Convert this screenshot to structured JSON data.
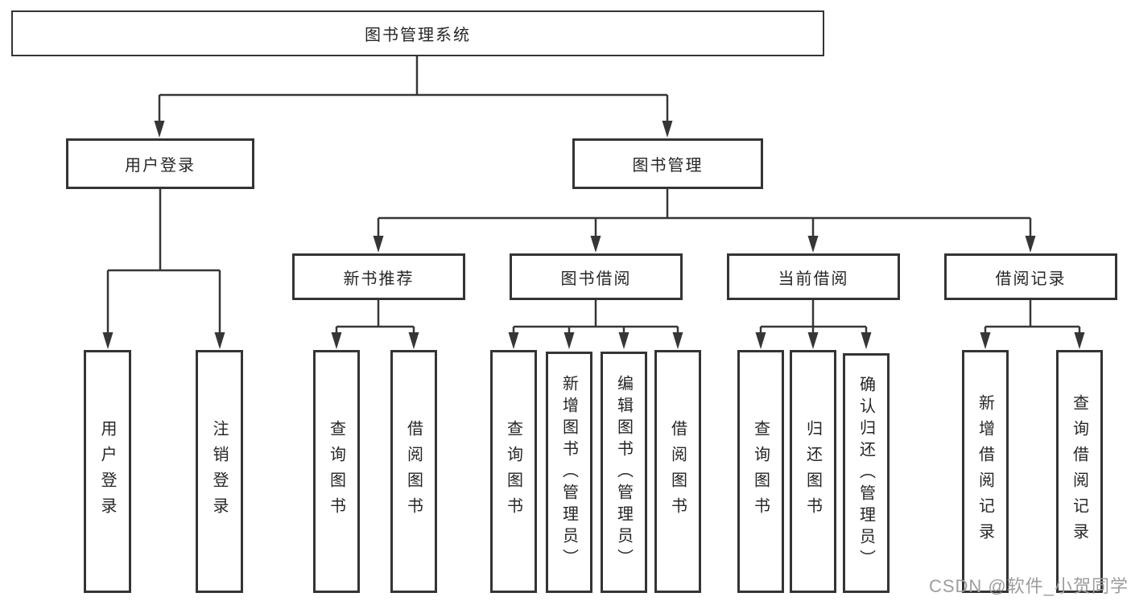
{
  "diagram": {
    "root": "图书管理系统",
    "level2": {
      "user_login": "用户登录",
      "book_management": "图书管理"
    },
    "level3": {
      "new_book_recommend": "新书推荐",
      "book_borrowing": "图书借阅",
      "current_borrowing": "当前借阅",
      "borrowing_records": "借阅记录"
    },
    "leaves": {
      "login": "用户登录",
      "logout": "注销登录",
      "nb_query": "查询图书",
      "nb_borrow": "借阅图书",
      "bb_query": "查询图书",
      "bb_add": "新增图书（管理员）",
      "bb_edit": "编辑图书（管理员）",
      "bb_borrow": "借阅图书",
      "cb_query": "查询图书",
      "cb_return": "归还图书",
      "cb_confirm": "确认归还（管理员）",
      "br_add": "新增借阅记录",
      "br_query": "查询借阅记录"
    }
  },
  "watermark": "CSDN @软件_小贺同学",
  "colors": {
    "line": "#363636",
    "box_border": "#343434",
    "box_fill": "#ffffff",
    "text": "#262626",
    "watermark": "#9d9d9d",
    "background": "#ffffff"
  }
}
